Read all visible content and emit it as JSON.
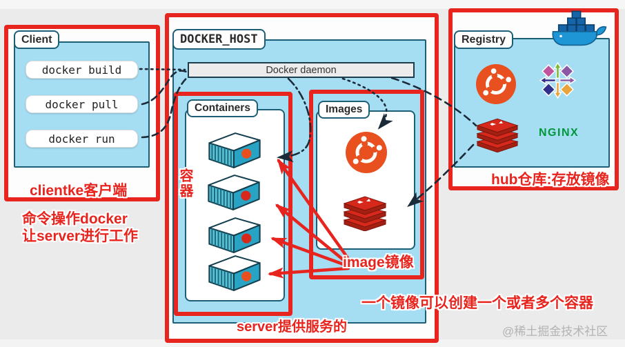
{
  "client": {
    "tab": "Client",
    "commands": [
      "docker build",
      "docker pull",
      "docker run"
    ],
    "caption": "clientke客户端",
    "note_line1": "命令操作docker",
    "note_line2": "让server进行工作"
  },
  "docker_host": {
    "tab": "DOCKER_HOST",
    "daemon_label": "Docker daemon",
    "caption": "server提供服务的",
    "containers": {
      "tab": "Containers",
      "side_label": "容器",
      "items": [
        {
          "logo": "ubuntu-logo",
          "color": "#e8501f"
        },
        {
          "logo": "redis-logo",
          "color": "#d6291c"
        },
        {
          "logo": "redis-logo",
          "color": "#d6291c"
        },
        {
          "logo": "ubuntu-logo",
          "color": "#e8501f"
        }
      ]
    },
    "images": {
      "tab": "Images",
      "caption": "image镜像",
      "items": [
        "ubuntu-logo",
        "redis-logo"
      ]
    }
  },
  "registry": {
    "tab": "Registry",
    "caption": "hub仓库:存放镜像",
    "logos": [
      "ubuntu-logo",
      "centos-logo",
      "redis-logo",
      "nginx-logo"
    ],
    "nginx_label": "NGINX"
  },
  "annotations": {
    "bottom_note": "一个镜像可以创建一个或者多个容器",
    "watermark": "@稀土掘金技术社区"
  },
  "colors": {
    "frame_red": "#e8241e",
    "panel_blue": "#a5ddf3",
    "panel_border": "#1d5e77",
    "ubuntu_orange": "#e8501f",
    "redis_red": "#d6291c",
    "nginx_green": "#009639",
    "docker_blue": "#1e95d4"
  }
}
